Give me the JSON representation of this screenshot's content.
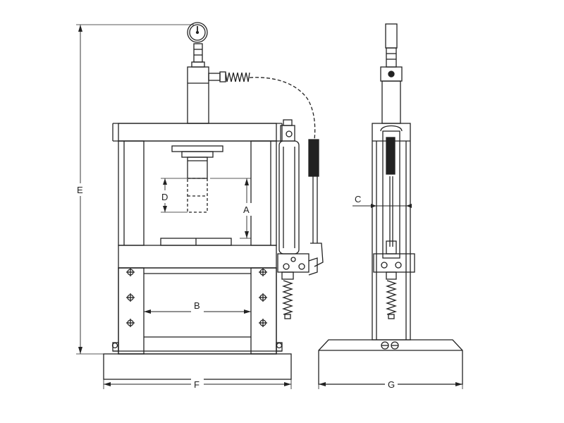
{
  "dimension_labels": {
    "a": "A",
    "b": "B",
    "c": "C",
    "d": "D",
    "e": "E",
    "f": "F",
    "g": "G"
  },
  "colors": {
    "line": "#222222",
    "gauge_face": "#ffffff",
    "hose": "#222222",
    "handle_grip": "#222222"
  }
}
